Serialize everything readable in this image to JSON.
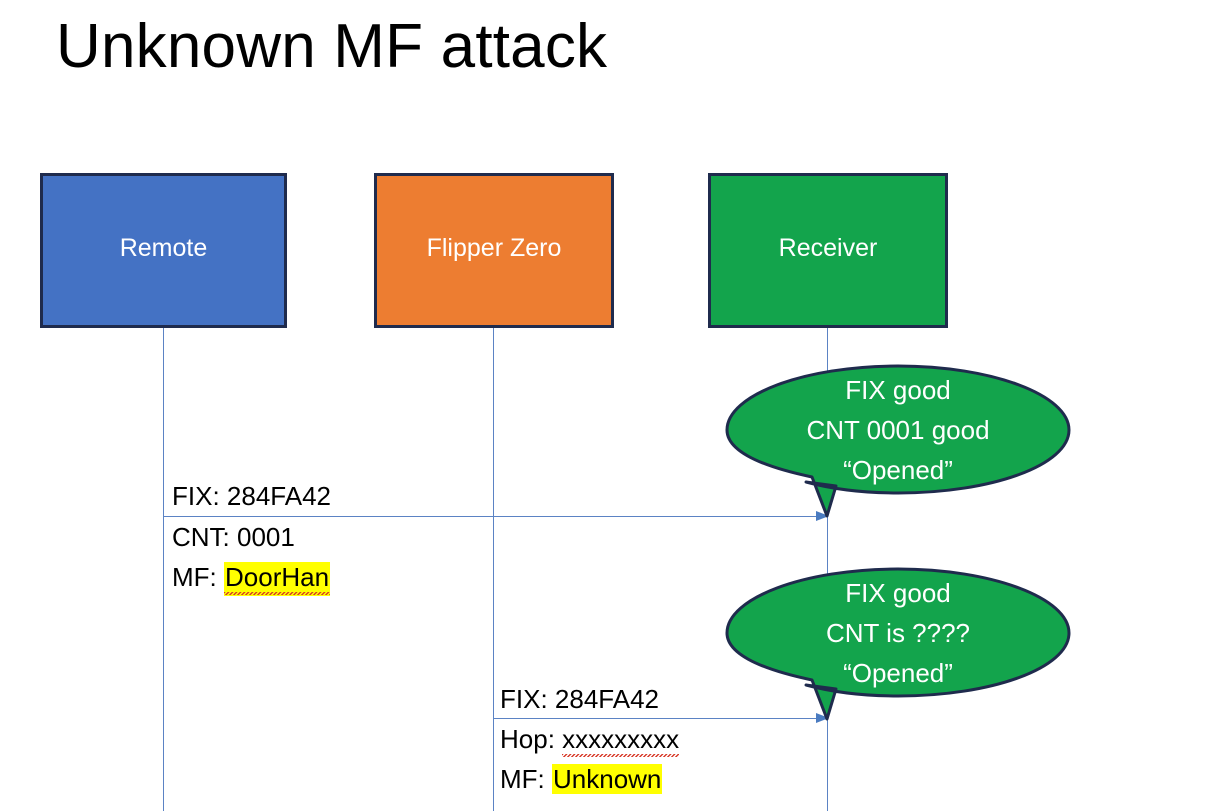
{
  "slide": {
    "title": "Unknown MF attack",
    "background": "#FFFFFF"
  },
  "colors": {
    "remote_fill": "#4472C4",
    "flipper_fill": "#ED7D31",
    "receiver_fill": "#13A44C",
    "box_border": "#1F2B4D",
    "lifeline": "#5B83C4",
    "arrow": "#4A7BC0",
    "highlight": "#FFFF00",
    "spellcheck_underline": "#D83B2A",
    "text": "#000000",
    "label_text": "#FFFFFF"
  },
  "actors": [
    {
      "id": "remote",
      "label": "Remote",
      "fill": "#4472C4"
    },
    {
      "id": "flipper",
      "label": "Flipper Zero",
      "fill": "#ED7D31"
    },
    {
      "id": "receiver",
      "label": "Receiver",
      "fill": "#13A44C"
    }
  ],
  "messages": [
    {
      "id": "msg-1",
      "from": "remote",
      "to": "receiver",
      "lines": [
        {
          "label": "FIX: ",
          "value": "284FA42",
          "highlight": false,
          "spellcheck": false
        },
        {
          "label": "CNT: ",
          "value": "0001",
          "highlight": false,
          "spellcheck": false
        },
        {
          "label": "MF: ",
          "value": "DoorHan",
          "highlight": true,
          "spellcheck": true
        }
      ]
    },
    {
      "id": "msg-2",
      "from": "flipper",
      "to": "receiver",
      "lines": [
        {
          "label": "FIX: ",
          "value": "284FA42",
          "highlight": false,
          "spellcheck": false
        },
        {
          "label": "Hop: ",
          "value": "xxxxxxxxx",
          "highlight": false,
          "spellcheck": true
        },
        {
          "label": "MF: ",
          "value": "Unknown",
          "highlight": true,
          "spellcheck": false
        }
      ]
    }
  ],
  "callouts": [
    {
      "id": "callout-1",
      "owner": "receiver",
      "lines": [
        "FIX good",
        "CNT 0001 good",
        "“Opened”"
      ]
    },
    {
      "id": "callout-2",
      "owner": "receiver",
      "lines": [
        "FIX good",
        "CNT is ????",
        "“Opened”"
      ]
    }
  ]
}
